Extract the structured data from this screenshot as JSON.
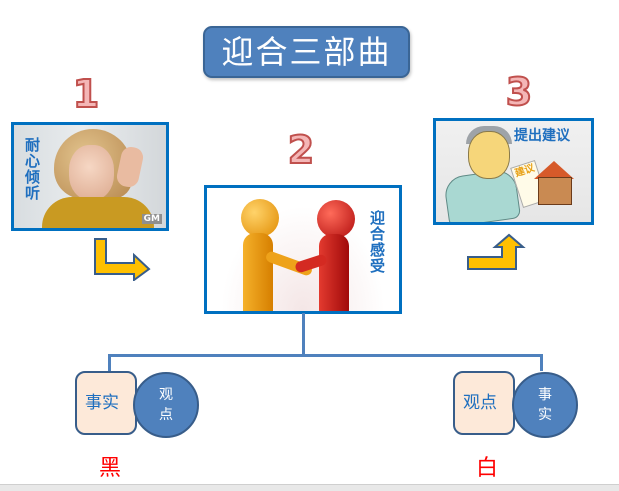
{
  "title": "迎合三部曲",
  "steps": [
    {
      "number": "1",
      "caption": "耐心倾听",
      "image": "woman-listening-with-hand-behind-ear",
      "watermark": "GM",
      "arrow": "right-bend-arrow"
    },
    {
      "number": "2",
      "caption": "迎合感受",
      "image": "two-figures-shaking-hands"
    },
    {
      "number": "3",
      "caption": "提出建议",
      "image": "man-handing-suggestion-paper",
      "paper_text": "建议",
      "arrow": "up-bend-arrow"
    }
  ],
  "branches": [
    {
      "box_label": "事实",
      "circle_label_line1": "观",
      "circle_label_line2": "点",
      "verdict": "黑"
    },
    {
      "box_label": "观点",
      "circle_label_line1": "事",
      "circle_label_line2": "实",
      "verdict": "白"
    }
  ],
  "colors": {
    "title_bg": "#4f81bd",
    "frame_border": "#0070c0",
    "step_number_fill": "#f4b6b6",
    "step_number_stroke": "#c0504d",
    "arrow_fill": "#ffc000",
    "arrow_stroke": "#385d8a",
    "box_fill": "#fde9d9",
    "circle_fill": "#4f81bd",
    "verdict_color": "#ff0000"
  }
}
